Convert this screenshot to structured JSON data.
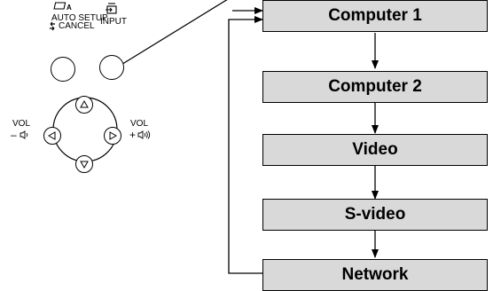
{
  "remote": {
    "auto_setup_label": "AUTO SETUP",
    "cancel_label": "CANCEL",
    "input_label": "INPUT",
    "vol_minus_label": "VOL",
    "vol_minus_sign": "–",
    "vol_plus_label": "VOL",
    "vol_plus_sign": "+"
  },
  "flow": {
    "steps": [
      "Computer 1",
      "Computer 2",
      "Video",
      "S-video",
      "Network"
    ]
  },
  "colors": {
    "box_fill": "#d9d9d9",
    "line": "#000000"
  }
}
